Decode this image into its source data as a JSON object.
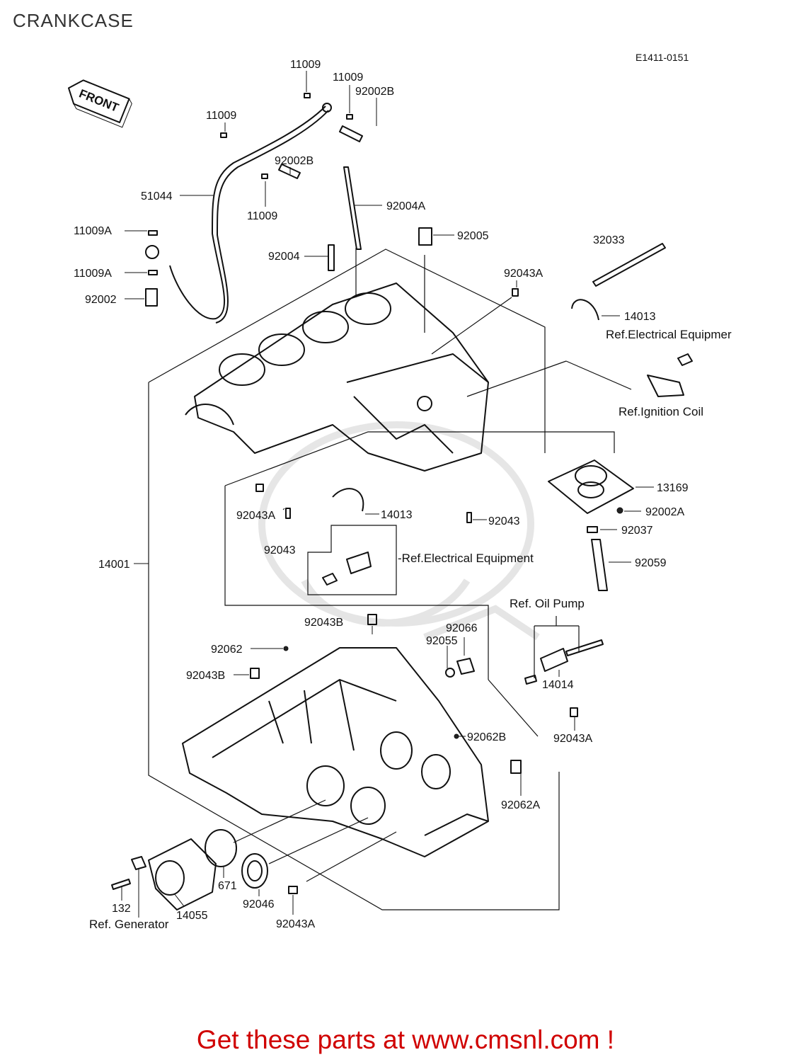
{
  "title": "CRANKCASE",
  "diagram_code": "E1411-0151",
  "front_label": "FRONT",
  "footer": "Get these parts at www.cmsnl.com !",
  "footer_color": "#d00000",
  "labels": {
    "p11009_a": "11009",
    "p11009_b": "11009",
    "p92002B_a": "92002B",
    "p11009_c": "11009",
    "p92002B_b": "92002B",
    "p51044": "51044",
    "p11009_d": "11009",
    "p92004A": "92004A",
    "p11009A_a": "11009A",
    "p92005": "92005",
    "p32033": "32033",
    "p92004": "92004",
    "p11009A_b": "11009A",
    "p92043A_a": "92043A",
    "p92002": "92002",
    "p14013_a": "14013",
    "ref_electrical_a": "Ref.Electrical Equipmer",
    "ref_ignition": "Ref.Ignition Coil",
    "p13169": "13169",
    "p92043A_b": "92043A",
    "p14013_b": "14013",
    "p92043_a": "92043",
    "p92002A": "92002A",
    "p92037": "92037",
    "p92043_b": "92043",
    "ref_electrical_b": "-Ref.Electrical Equipment",
    "p14001": "14001",
    "p92059": "92059",
    "ref_oil_pump": "Ref. Oil Pump",
    "p92043B_a": "92043B",
    "p92066": "92066",
    "p92055": "92055",
    "p92062": "92062",
    "p92043B_b": "92043B",
    "p14014": "14014",
    "p92062B": "92062B",
    "p92043A_c": "92043A",
    "p92062A": "92062A",
    "p671": "671",
    "p92046": "92046",
    "p132": "132",
    "p14055": "14055",
    "ref_generator": "Ref. Generator",
    "p92043A_d": "92043A"
  }
}
